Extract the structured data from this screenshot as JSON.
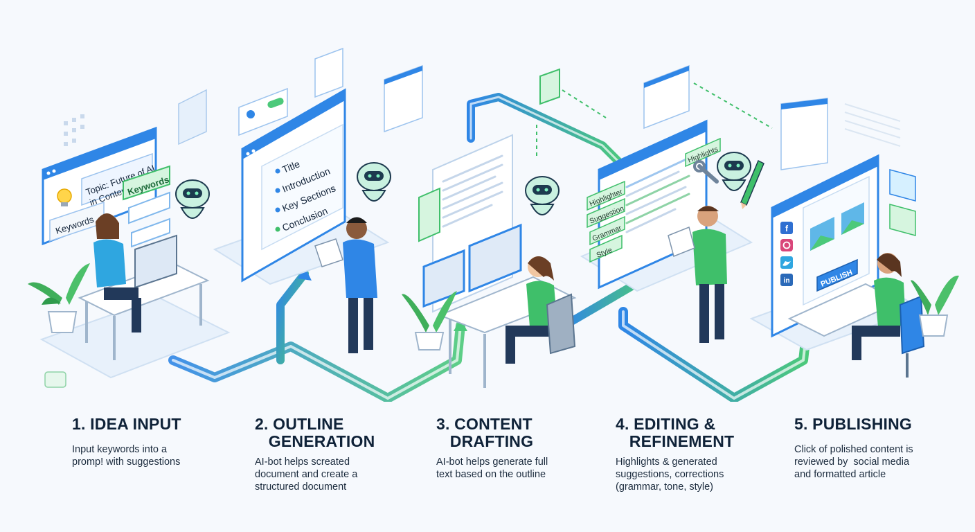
{
  "steps": [
    {
      "heading": "1. IDEA INPUT",
      "description": "Input keywords into a\npromp! with suggestions",
      "screen": {
        "topic": "Topic: Future of AI\nin Content",
        "keywords_chip": "Keywords",
        "keywords_field": "Keywords"
      }
    },
    {
      "heading": "2. OUTLINE\n   GENERATION",
      "description": "AI-bot helps screated\ndocument and create a\nstructured document",
      "screen": {
        "outline": [
          "Title",
          "Introduction",
          "Key Sections",
          "Conclusion"
        ]
      }
    },
    {
      "heading": "3. CONTENT\n   DRAFTING",
      "description": "AI-bot helps generate full\ntext based on the outline"
    },
    {
      "heading": "4. EDITING &\n   REFINEMENT",
      "description": "Highlights & generated\nsuggestions, corrections\n(grammar, tone, style)",
      "screen": {
        "tags": [
          "Highlighter",
          "Suggestion",
          "Grammar",
          "Style"
        ],
        "highlights_tag": "Highlights"
      }
    },
    {
      "heading": "5. PUBLISHING",
      "description": "Click of polished content is\nreviewed by  social media\nand formatted article",
      "screen": {
        "publish_button": "PUBLISH",
        "social_icons": [
          "facebook-icon",
          "instagram-icon",
          "twitter-icon",
          "linkedin-icon"
        ]
      }
    }
  ],
  "colors": {
    "blue": "#2f86e6",
    "green": "#3fbf6a",
    "navy": "#0f2238",
    "bot": "#c9f1e0"
  }
}
